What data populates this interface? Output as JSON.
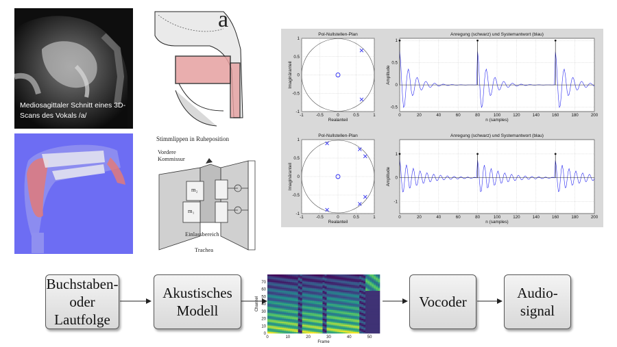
{
  "mri": {
    "caption": "Mediosagittaler Schnitt eines 3D-Scans des Vokals /a/"
  },
  "tract": {
    "letter": "a",
    "caption": "Stimmlippen in Ruheposition"
  },
  "folds": {
    "label_top": "Vordere\nKommissur",
    "mass1": "m₂",
    "mass2": "m₁",
    "label_inlet": "Einlassbereich",
    "label_trachea": "Trachea"
  },
  "matlab": {
    "pz_title": "Pol-Nullstellen-Plan",
    "ts_title": "Anregung (schwarz) und Systemantwort (blau)",
    "pz_ylabel": "Imaginäranteil",
    "pz_xlabel": "Realanteil",
    "ts_ylabel": "Amplitude",
    "ts_xlabel": "n (samples)",
    "pz_xticks": [
      "-1",
      "-0.5",
      "0",
      "0.5",
      "1"
    ],
    "pz_yticks": [
      "1",
      "0.5",
      "0",
      "-0.5",
      "-1"
    ],
    "ts_xticks": [
      "0",
      "20",
      "40",
      "60",
      "80",
      "100",
      "120",
      "140",
      "160",
      "180",
      "200"
    ],
    "ts_yticks_top": [
      "1",
      "0.5",
      "0",
      "-0.5"
    ],
    "ts_yticks_bottom": [
      "1",
      "0",
      "-1"
    ],
    "accent": "#2a2af0"
  },
  "chart_data": [
    {
      "type": "scatter",
      "title": "Pol-Nullstellen-Plan",
      "xlabel": "Realanteil",
      "ylabel": "Imaginäranteil",
      "xlim": [
        -1,
        1
      ],
      "ylim": [
        -1,
        1
      ],
      "grid": true,
      "series": [
        {
          "marker": "x",
          "x": [
            0.65,
            0.65
          ],
          "y": [
            0.67,
            -0.67
          ]
        },
        {
          "marker": "o",
          "x": [
            0
          ],
          "y": [
            0
          ]
        }
      ]
    },
    {
      "type": "line",
      "title": "Anregung (schwarz) und Systemantwort (blau)",
      "xlabel": "n (samples)",
      "ylabel": "Amplitude",
      "xlim": [
        0,
        200
      ],
      "ylim": [
        -0.6,
        1.05
      ],
      "grid": true,
      "impulses": [
        0,
        80,
        160
      ],
      "decay": 0.955,
      "period": 9
    },
    {
      "type": "scatter",
      "title": "Pol-Nullstellen-Plan",
      "xlabel": "Realanteil",
      "ylabel": "Imaginäranteil",
      "xlim": [
        -1,
        1
      ],
      "ylim": [
        -1,
        1
      ],
      "grid": true,
      "series": [
        {
          "marker": "x",
          "x": [
            -0.3,
            0.6,
            0.75,
            -0.3,
            0.6,
            0.75
          ],
          "y": [
            0.9,
            0.74,
            0.55,
            -0.9,
            -0.74,
            -0.55
          ]
        },
        {
          "marker": "o",
          "x": [
            0
          ],
          "y": [
            0
          ]
        }
      ]
    },
    {
      "type": "line",
      "title": "Anregung (schwarz) und Systemantwort (blau)",
      "xlabel": "n (samples)",
      "ylabel": "Amplitude",
      "xlim": [
        0,
        200
      ],
      "ylim": [
        -1.5,
        1.6
      ],
      "grid": true,
      "impulses": [
        0,
        80,
        160
      ],
      "decay": 0.975,
      "period": 7
    },
    {
      "type": "heatmap",
      "xlabel": "Frame",
      "ylabel": "Channel",
      "xticks": [
        "0",
        "10",
        "20",
        "30",
        "40",
        "50"
      ],
      "yticks": [
        "0",
        "10",
        "20",
        "30",
        "40",
        "50",
        "60",
        "70"
      ]
    }
  ],
  "pipeline": {
    "step1": "Buchstaben-\noder\nLautfolge",
    "step2": "Akustisches\nModell",
    "step3": "Vocoder",
    "step4": "Audio-\nsignal",
    "spec_xlabel": "Frame",
    "spec_ylabel": "Channel"
  }
}
